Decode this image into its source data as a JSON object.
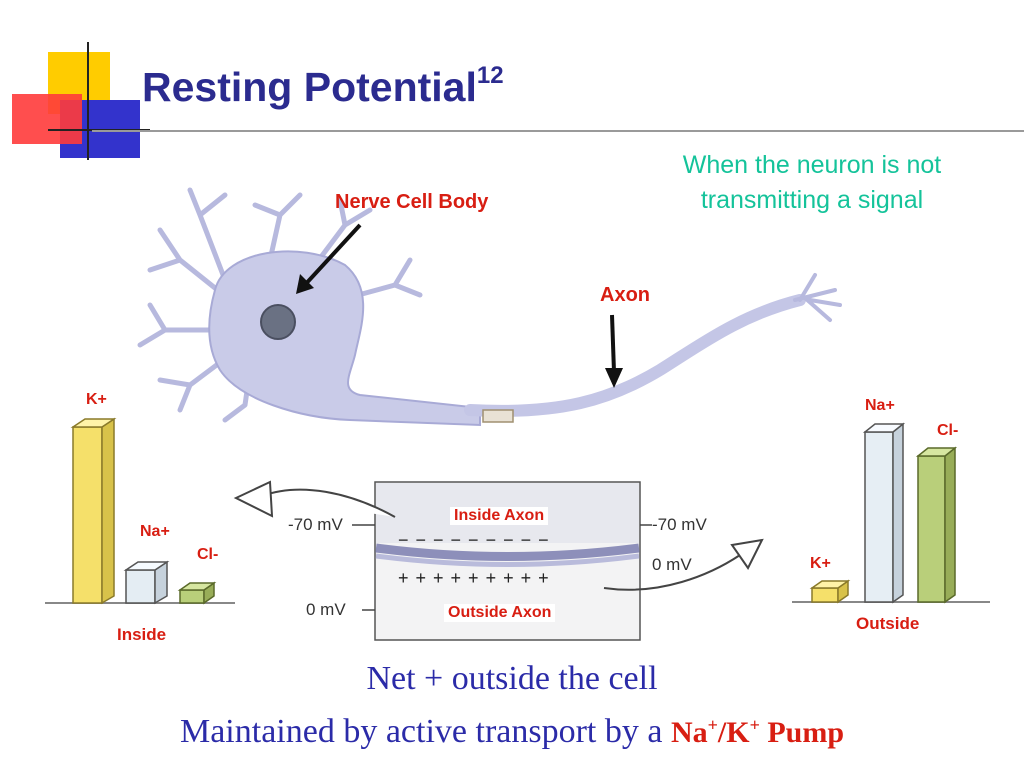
{
  "title": {
    "text": "Resting Potential",
    "superscript": "12"
  },
  "subtitle": {
    "line1": "When the neuron is not",
    "line2": "transmitting a signal"
  },
  "labels": {
    "nerve_cell_body": "Nerve Cell Body",
    "axon": "Axon",
    "inside_axon": "Inside Axon",
    "outside_axon": "Outside Axon",
    "inside": "Inside",
    "outside": "Outside"
  },
  "inside_ions": {
    "k": "K+",
    "na": "Na+",
    "cl": "Cl-"
  },
  "outside_ions": {
    "na": "Na+",
    "cl": "Cl-",
    "k": "K+"
  },
  "voltages": {
    "left_neg70": "-70 mV",
    "left_0": "0 mV",
    "right_neg70": "-70 mV",
    "right_0": "0 mV"
  },
  "charges": {
    "inside": "− − − − − − − − −",
    "outside": "+ + + + + + + + +"
  },
  "bottom": {
    "line1": "Net + outside the cell",
    "line2_prefix": "Maintained by active transport by a ",
    "pump_na": "Na",
    "pump_sup1": "+",
    "pump_slash_k": "/K",
    "pump_sup2": "+",
    "pump_word": " Pump"
  },
  "colors": {
    "title": "#2b2b8f",
    "label_red": "#d81e12",
    "subtitle_green": "#14c39a",
    "bottom_blue": "#2b2ba8",
    "neuron": "#c9cbe8",
    "k_bar": "#f5e06a",
    "na_bar": "#e4edf3",
    "cl_bar": "#b9cf7a"
  }
}
